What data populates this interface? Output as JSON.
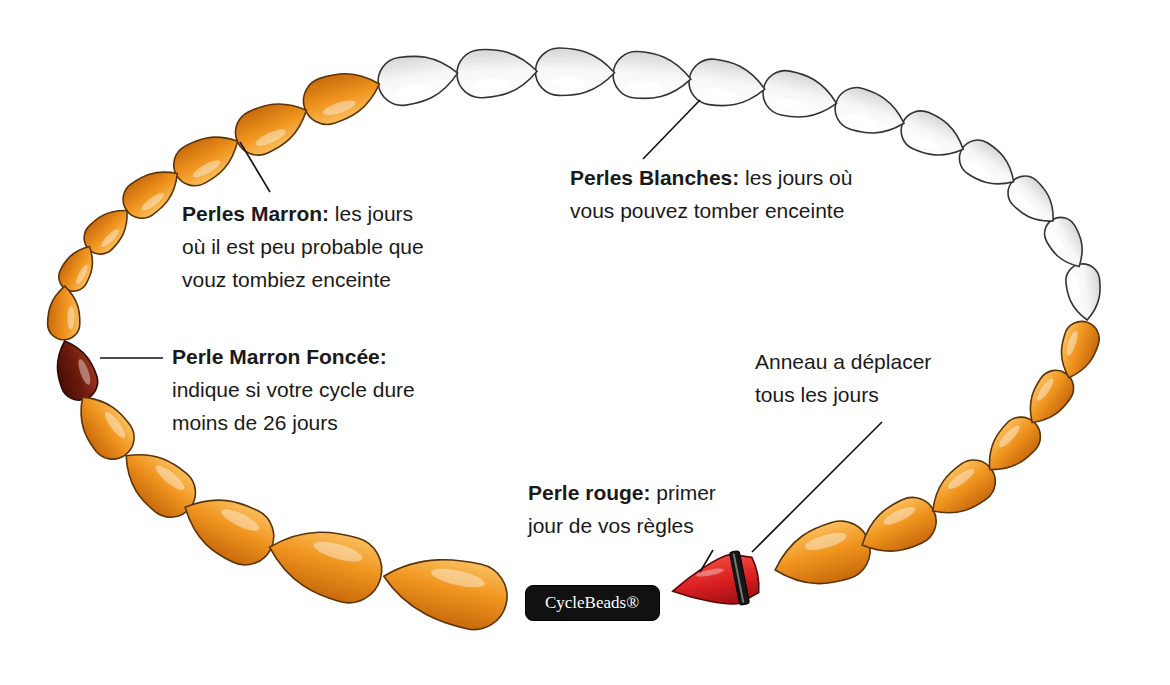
{
  "diagram": {
    "nodes": [
      {
        "text": [
          "CycleBeads®"
        ]
      }
    ],
    "labels": [
      "Perles Marron:",
      "les jours où il est peu probable que vouz tombiez enceinte",
      "Perles Blanches:",
      "les jours où vous pouvez tomber enceinte",
      "Perle Marron Foncée:",
      "indique si votre cycle dure moins de 26 jours",
      "Anneau a déplacer tous les jours",
      "Perle rouge:",
      "primer jour de vos règles"
    ]
  }
}
